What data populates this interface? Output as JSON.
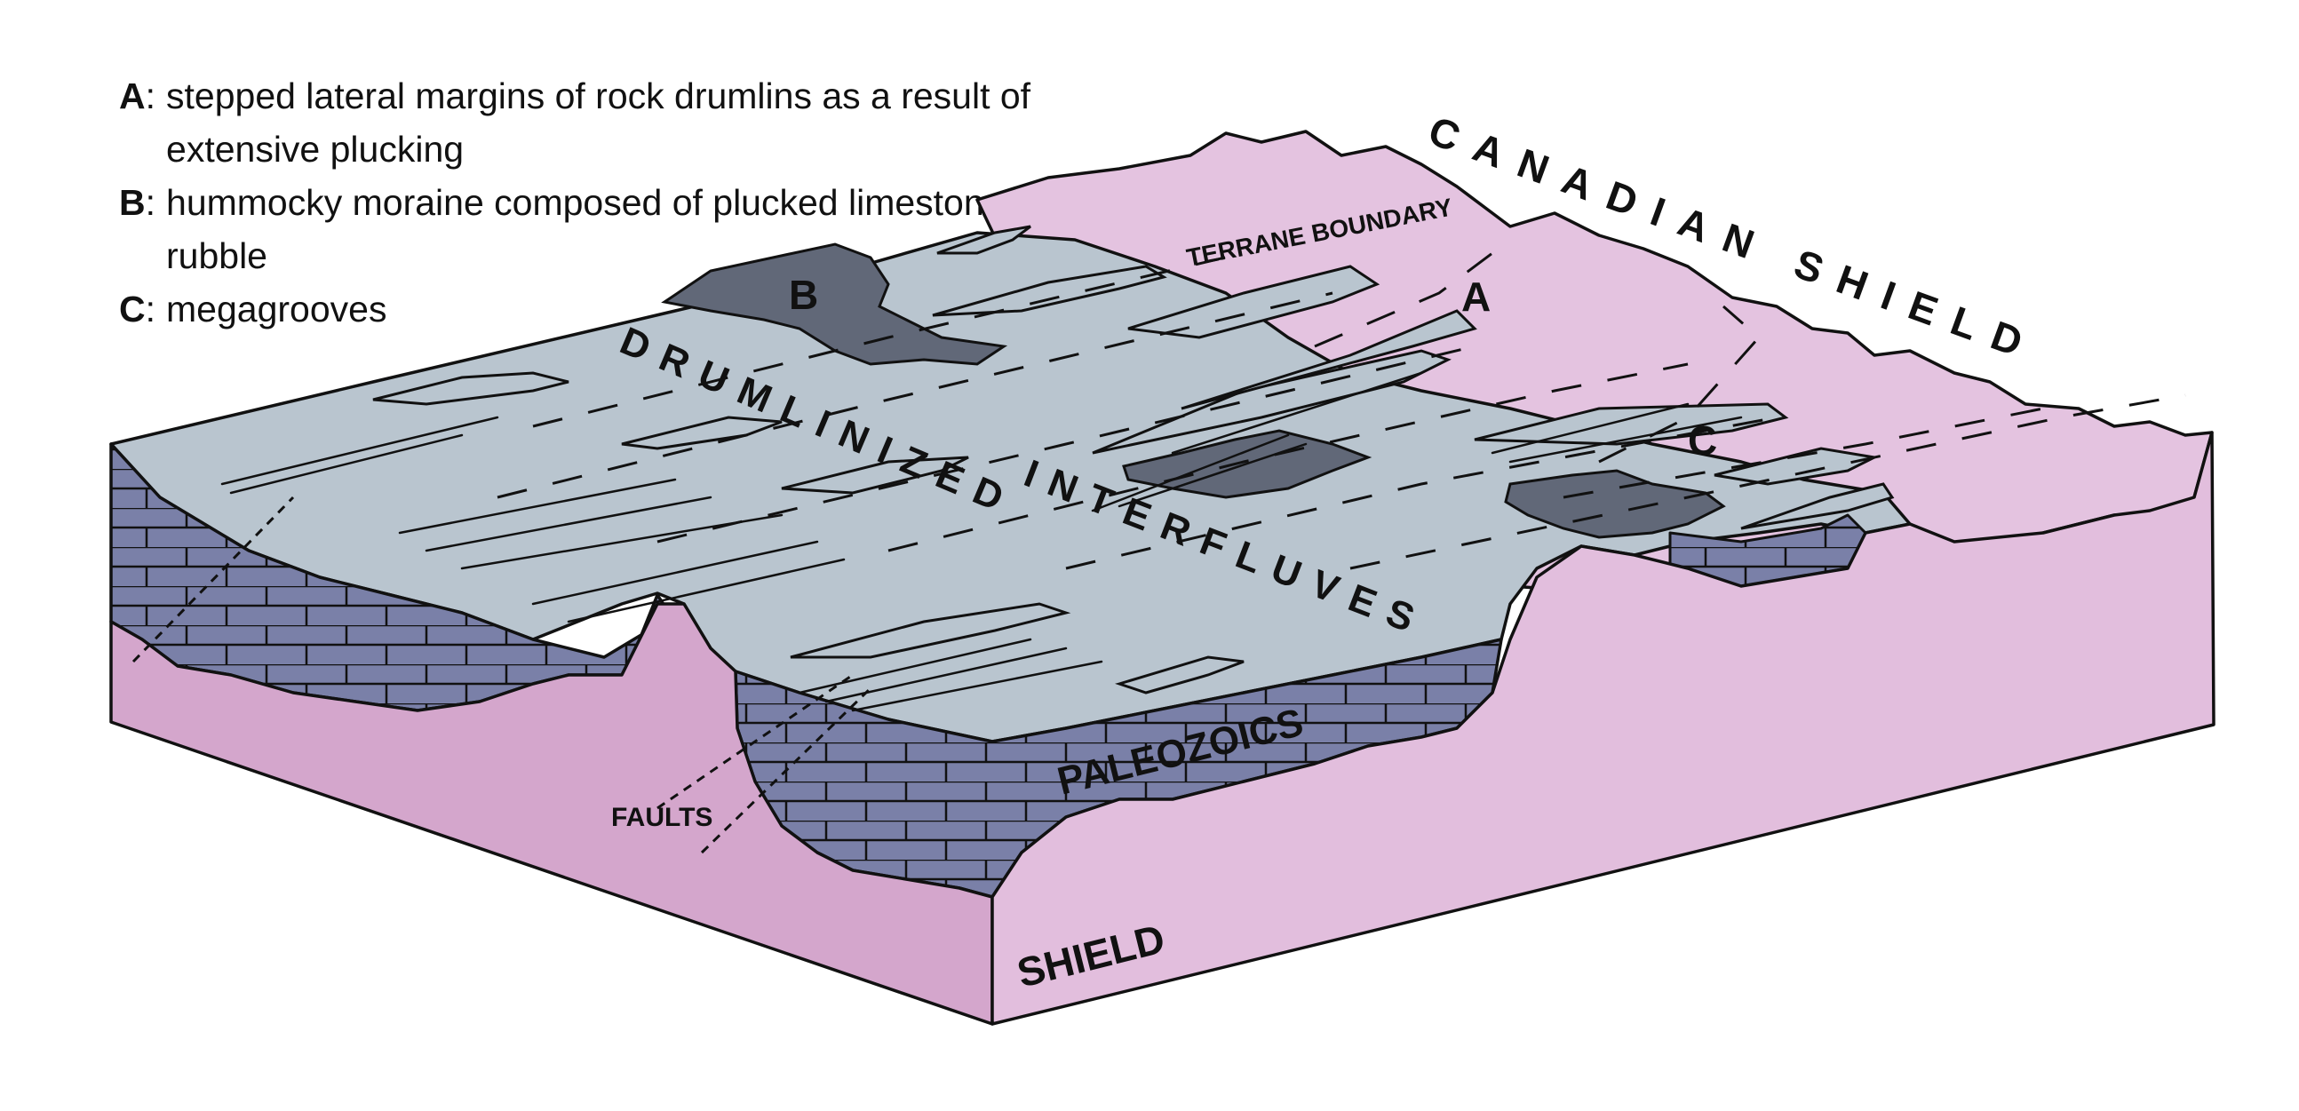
{
  "legend": {
    "items": [
      {
        "key": "A",
        "text": "stepped lateral margins of rock drumlins as a result of extensive plucking"
      },
      {
        "key": "B",
        "text": "hummocky moraine composed of plucked limestone rubble"
      },
      {
        "key": "C",
        "text": "megagrooves"
      }
    ]
  },
  "labels": {
    "canadian_shield": "CANADIAN SHIELD",
    "terrane_boundary": "TERRANE BOUNDARY",
    "drumlinized": "DRUMLINIZED",
    "interfluves": "INTERFLUVES",
    "paleozoics": "PALEOZOICS",
    "faults": "FAULTS",
    "shield": "SHIELD",
    "marker_a": "A",
    "marker_b": "B",
    "marker_c": "C"
  },
  "colors": {
    "shield_pink": "#d4a6cc",
    "shield_pink_light": "#e4c3e0",
    "paleozoic_surface": "#b9c5cf",
    "limestone_blue": "#7a80a8",
    "moraine_dark": "#616878",
    "outline": "#111111"
  }
}
